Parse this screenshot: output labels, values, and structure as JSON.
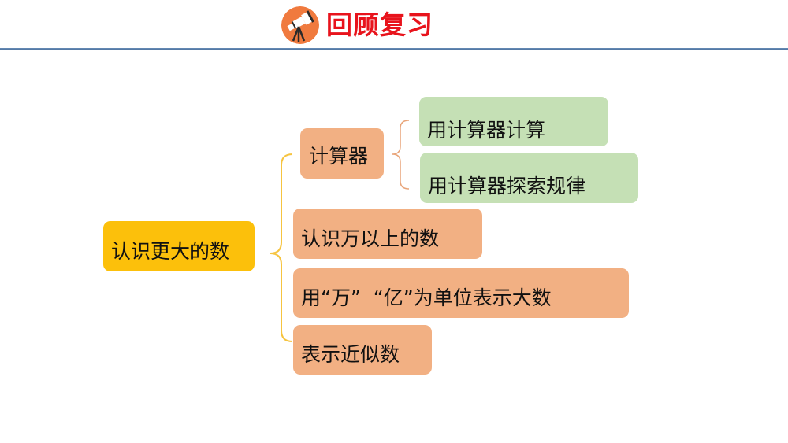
{
  "header": {
    "icon": "telescope-icon",
    "title": "回顾复习",
    "title_color": "#e8131c",
    "icon_bg": "#f07a3e",
    "rule_color": "#3f6593"
  },
  "mindmap": {
    "root": {
      "label": "认识更大的数",
      "color": "#fcc00b"
    },
    "branch_color": "#f2b083",
    "leaf_color": "#c5e0b5",
    "main_brace_color": "#f6c440",
    "sub_brace_color": "#e8a478",
    "branches": [
      {
        "label": "计算器",
        "children": [
          {
            "label": "用计算器计算"
          },
          {
            "label": "用计算器探索规律"
          }
        ]
      },
      {
        "label": "认识万以上的数"
      },
      {
        "label": "用“万”  “亿”为单位表示大数"
      },
      {
        "label": "表示近似数"
      }
    ]
  }
}
